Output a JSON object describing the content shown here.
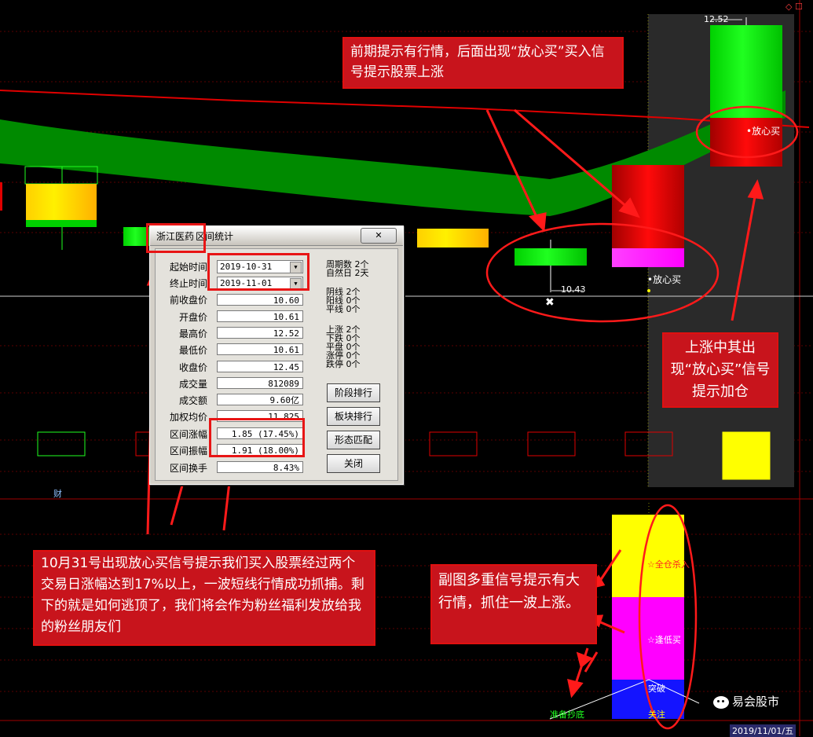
{
  "chart": {
    "price_high_label": "12.52",
    "price_low_label": "10.43",
    "signal_label": "放心买",
    "caizi_label": "财",
    "date_label": "2019/11/01/五"
  },
  "sub_chart": {
    "labels": [
      "全仓杀入",
      "逢低买",
      "突破",
      "关注"
    ],
    "left_label": "准备抄底"
  },
  "dialog": {
    "stock_name": "浙江医药",
    "title": "区间统计",
    "close_glyph": "✕",
    "fields": [
      {
        "label": "起始时间",
        "value": "2019-10-31"
      },
      {
        "label": "终止时间",
        "value": "2019-11-01"
      },
      {
        "label": "前收盘价",
        "value": "10.60"
      },
      {
        "label": "开盘价",
        "value": "10.61"
      },
      {
        "label": "最高价",
        "value": "12.52"
      },
      {
        "label": "最低价",
        "value": "10.61"
      },
      {
        "label": "收盘价",
        "value": "12.45"
      },
      {
        "label": "成交量",
        "value": "812089"
      },
      {
        "label": "成交额",
        "value": "9.60亿"
      },
      {
        "label": "加权均价",
        "value": "11.825"
      },
      {
        "label": "区间涨幅",
        "value": "1.85 (17.45%)"
      },
      {
        "label": "区间振幅",
        "value": "1.91 (18.00%)"
      },
      {
        "label": "区间换手",
        "value": "8.43%"
      }
    ],
    "period_stats": [
      "周期数 2个",
      "自然日 2天"
    ],
    "line_stats": [
      "阴线 2个",
      "阳线 0个",
      "平线 0个"
    ],
    "move_stats": [
      "上涨 2个",
      "下跌 0个",
      "平盘 0个",
      "涨停 0个",
      "跌停 0个"
    ],
    "buttons": [
      "阶段排行",
      "板块排行",
      "形态匹配",
      "关闭"
    ]
  },
  "annotations": {
    "top": "前期提示有行情，后面出现“放心买”买入信号提示股票上涨",
    "right": "上涨中其出现“放心买”信号提示加仓",
    "bottom_left": "10月31号出现放心买信号提示我们买入股票经过两个交易日涨幅达到17%以上，一波短线行情成功抓捕。剩下的就是如何逃顶了，我们将会作为粉丝福利发放给我的粉丝朋友们",
    "bottom_right": "副图多重信号提示有大行情，抓住一波上涨。"
  },
  "watermark": {
    "text": "易会股市"
  },
  "colors": {
    "up_red": "#e00000",
    "down_green": "#00cc00",
    "band_green": "#008a00",
    "annotation_red": "#c8141c",
    "yellow": "#ffff00",
    "magenta": "#ff00ff",
    "blue": "#1010ff"
  }
}
